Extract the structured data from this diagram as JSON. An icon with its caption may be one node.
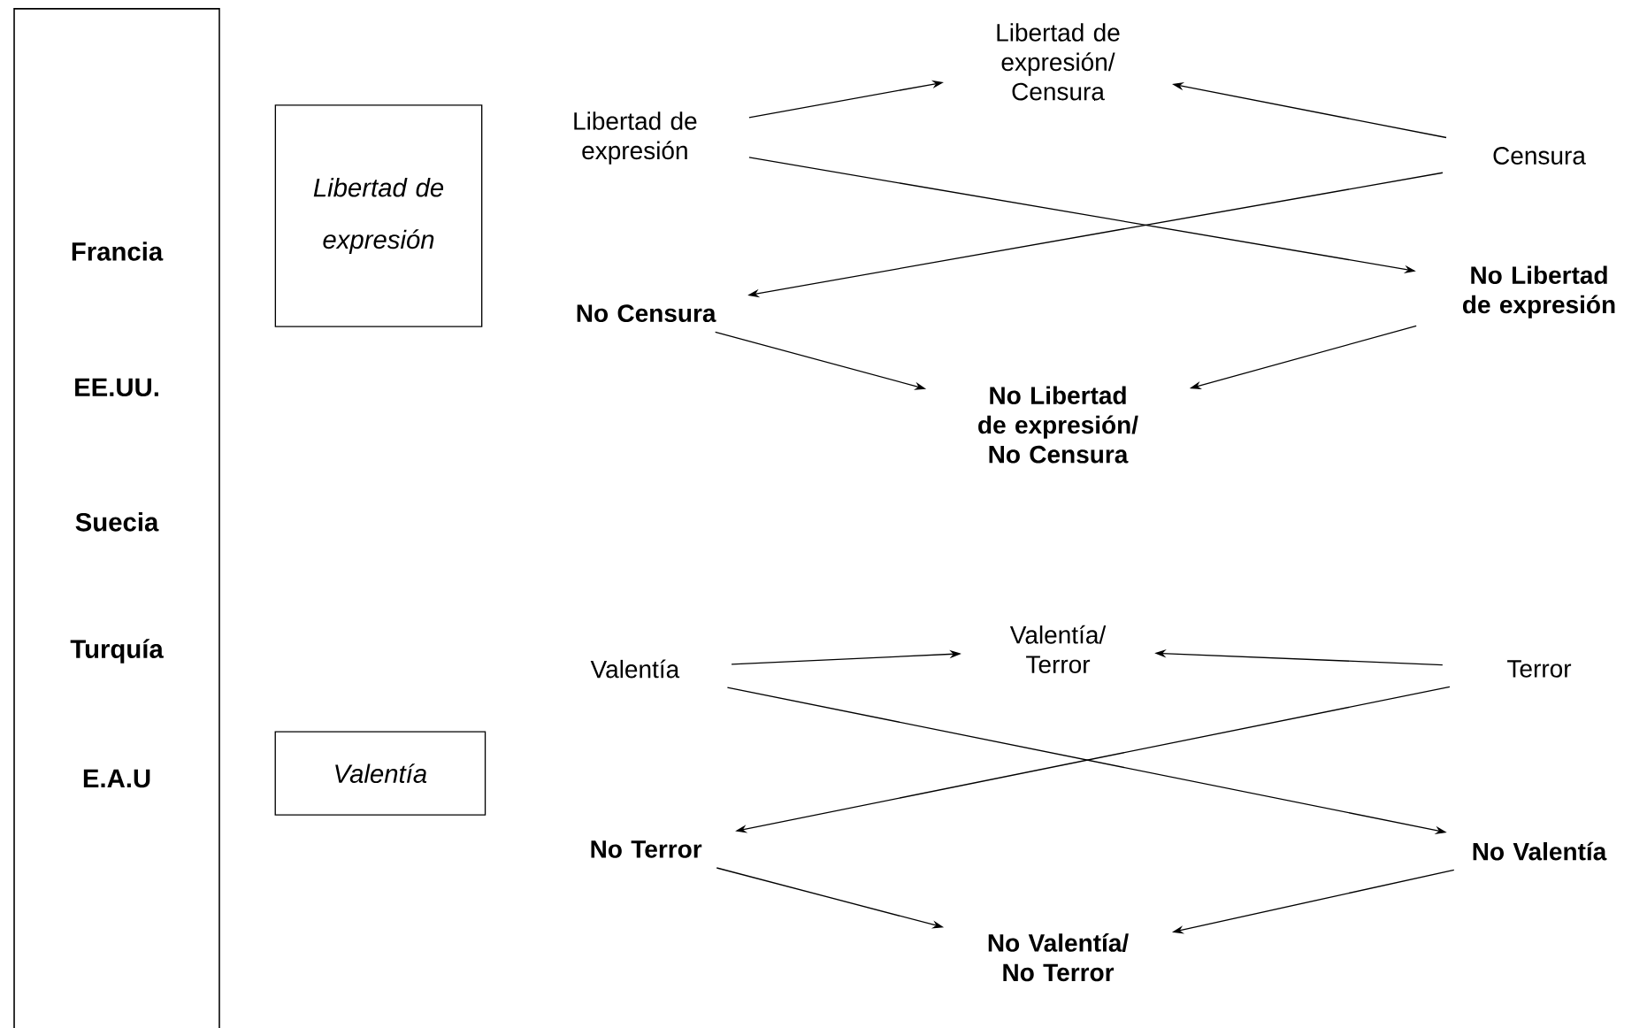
{
  "diagram": {
    "nodes": [
      {
        "text": [
          "Francia",
          "EE.UU.",
          "Suecia",
          "Turquía",
          "E.A.U"
        ]
      },
      {
        "text": [
          "Libertad de expresión"
        ]
      },
      {
        "text": [
          "Valentía"
        ]
      },
      {
        "text": [
          "Libertad de expresión"
        ]
      },
      {
        "text": [
          "Libertad de expresión/ Censura"
        ]
      },
      {
        "text": [
          "Censura"
        ]
      },
      {
        "text": [
          "No Censura"
        ]
      },
      {
        "text": [
          "No Libertad de expresión"
        ]
      },
      {
        "text": [
          "No Libertad de expresión/ No Censura"
        ]
      },
      {
        "text": [
          "Valentía"
        ]
      },
      {
        "text": [
          "Valentía/ Terror"
        ]
      },
      {
        "text": [
          "Terror"
        ]
      },
      {
        "text": [
          "No Terror"
        ]
      },
      {
        "text": [
          "No Valentía"
        ]
      },
      {
        "text": [
          "No Valentía/ No Terror"
        ]
      }
    ],
    "edges": [
      {
        "from": 3,
        "to": 4,
        "arrow": "to"
      },
      {
        "from": 5,
        "to": 4,
        "arrow": "to"
      },
      {
        "from": 3,
        "to": 7,
        "arrow": "to"
      },
      {
        "from": 5,
        "to": 6,
        "arrow": "to"
      },
      {
        "from": 6,
        "to": 8,
        "arrow": "to"
      },
      {
        "from": 7,
        "to": 8,
        "arrow": "to"
      },
      {
        "from": 9,
        "to": 10,
        "arrow": "to"
      },
      {
        "from": 11,
        "to": 10,
        "arrow": "to"
      },
      {
        "from": 9,
        "to": 13,
        "arrow": "to"
      },
      {
        "from": 11,
        "to": 12,
        "arrow": "to"
      },
      {
        "from": 12,
        "to": 14,
        "arrow": "to"
      },
      {
        "from": 13,
        "to": 14,
        "arrow": "to"
      }
    ]
  }
}
